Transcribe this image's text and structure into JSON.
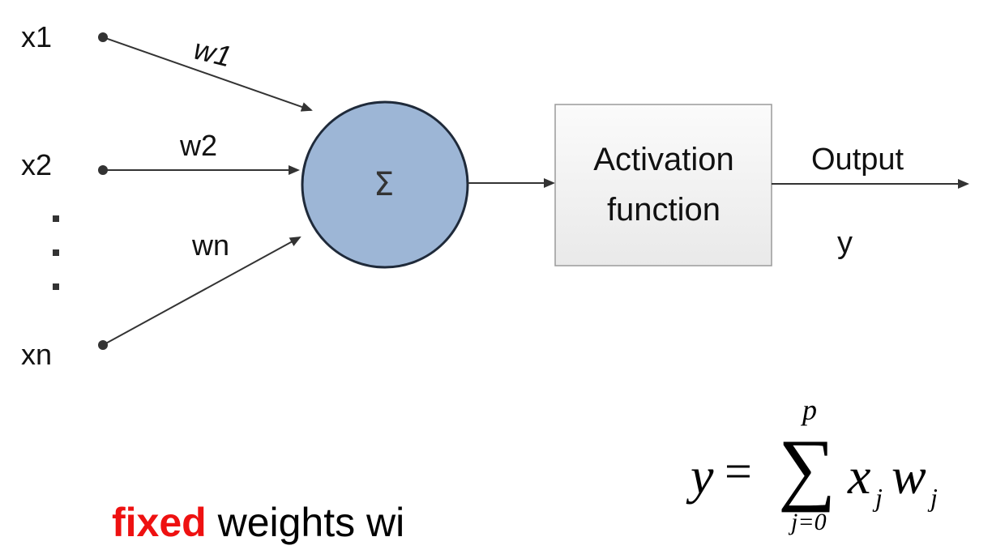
{
  "inputs": {
    "x1": "x1",
    "x2": "x2",
    "xn": "xn"
  },
  "ellipsis": ".\n.\n.",
  "weights": {
    "w1": "w1",
    "w2": "w2",
    "wn": "wn"
  },
  "neuron": {
    "symbol": "Σ"
  },
  "activation": {
    "line1": "Activation",
    "line2": "function"
  },
  "output": {
    "label": "Output",
    "symbol": "y"
  },
  "formula": {
    "lhs": "y",
    "eq": "=",
    "sum": "∑",
    "upper": "p",
    "lower": "j=0",
    "term1": "x",
    "sub1": "j",
    "term2": "w",
    "sub2": "j"
  },
  "caption": {
    "highlight": "fixed",
    "rest": " weights wi"
  },
  "colors": {
    "neuron_fill": "#9db6d6",
    "neuron_stroke": "#1f2a3a",
    "highlight": "#ee1111"
  }
}
